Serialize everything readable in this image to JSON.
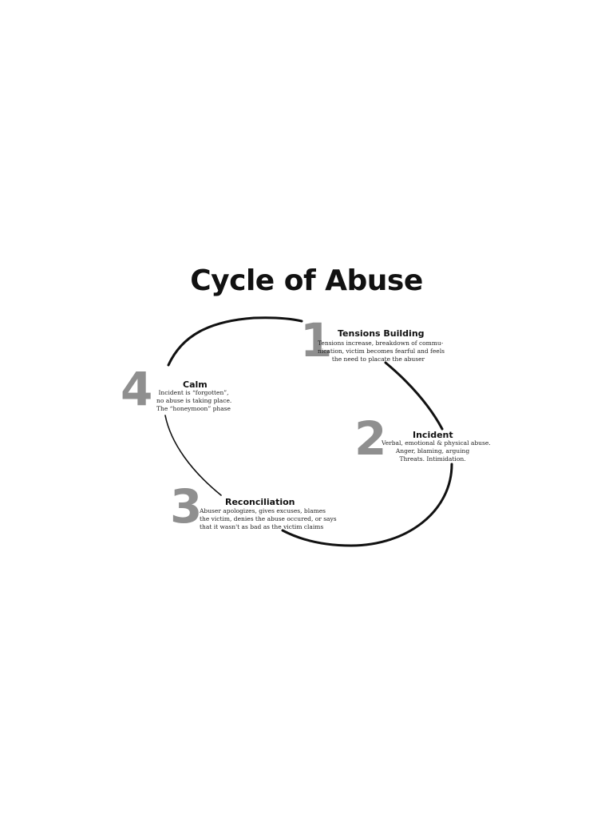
{
  "title": "Cycle of Abuse",
  "stages": [
    {
      "number": "1",
      "title": "Tensions Building",
      "lines": [
        "Tensions increase, breakdown of commu-",
        "nication, victim becomes fearful and feels",
        "the need to placate the abuser"
      ]
    },
    {
      "number": "2",
      "title": "Incident",
      "lines": [
        "Verbal, emotional & physical abuse.",
        "Anger, blaming, arguing",
        "Threats.  Intimidation."
      ]
    },
    {
      "number": "3",
      "title": "Reconciliation",
      "lines": [
        "Abuser apologizes, gives excuses, blames",
        "the victim, denies the abuse occured, or says",
        "that it wasn't as bad as the victim claims"
      ]
    },
    {
      "number": "4",
      "title": "Calm",
      "lines": [
        "Incident is “forgotten”,",
        "no abuse is taking place.",
        "The “honeymoon” phase"
      ]
    }
  ],
  "colors": {
    "number": "#8f8f8f",
    "arc": "#111111"
  }
}
